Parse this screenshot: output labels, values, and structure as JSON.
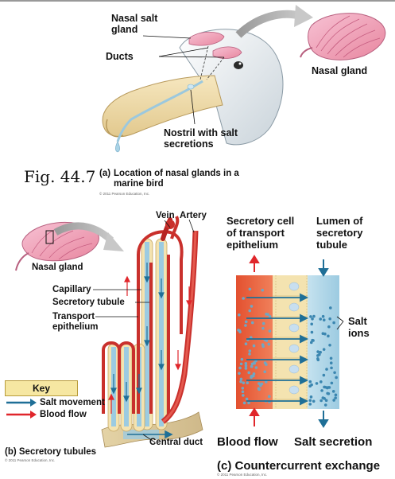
{
  "figure_label": "Fig. 44.7",
  "copyright": "© 2011 Pearson Education, Inc.",
  "panel_a": {
    "caption_letter": "(a)",
    "caption": "Location of nasal glands in a marine bird",
    "labels": {
      "nasal_salt_gland": "Nasal salt gland",
      "ducts": "Ducts",
      "nostril": "Nostril with salt secretions",
      "nasal_gland": "Nasal gland"
    }
  },
  "panel_b": {
    "caption": "(b) Secretory tubules",
    "labels": {
      "vein": "Vein",
      "artery": "Artery",
      "nasal_gland": "Nasal gland",
      "capillary": "Capillary",
      "secretory_tubule": "Secretory tubule",
      "transport_epithelium": "Transport epithelium",
      "central_duct": "Central duct"
    },
    "key": {
      "title": "Key",
      "items": [
        {
          "label": "Salt movement",
          "color": "#1f6f97"
        },
        {
          "label": "Blood flow",
          "color": "#e0262b"
        }
      ]
    }
  },
  "panel_c": {
    "caption": "(c) Countercurrent exchange",
    "labels": {
      "secretory_cell": "Secretory cell of transport epithelium",
      "lumen": "Lumen of secretory tubule",
      "salt_ions": "Salt ions",
      "blood_flow": "Blood flow",
      "salt_secretion": "Salt secretion"
    }
  },
  "colors": {
    "blood": "#e8643f",
    "lumen": "#aad3e6",
    "salt_arrow": "#1f6f97",
    "blood_arrow": "#e0262b",
    "gland_pink": "#f2a9c2",
    "epithelium": "#f4e3b0"
  }
}
